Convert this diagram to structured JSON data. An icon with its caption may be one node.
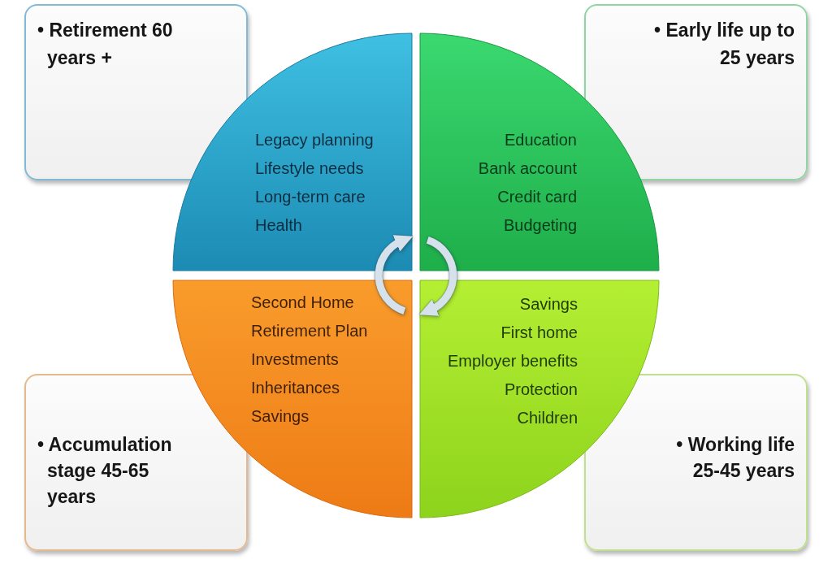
{
  "diagram": {
    "nodes": [
      {
        "text": [
          "• Retirement 60 years +"
        ]
      },
      {
        "text": [
          "• Early life up to 25 years"
        ]
      },
      {
        "text": [
          "Legacy planning",
          "Lifestyle needs",
          "Long-term care",
          "Health"
        ]
      },
      {
        "text": [
          "Education",
          "Bank account",
          "Credit card",
          "Budgeting"
        ]
      },
      {
        "text": [
          "Second Home",
          "Retirement Plan",
          "Investments",
          "Inheritances",
          "Savings"
        ]
      },
      {
        "text": [
          "Savings",
          "First home",
          "Employer benefits",
          "Protection",
          "Children"
        ]
      },
      {
        "text": [
          "• Accumulation stage 45-65 years"
        ]
      },
      {
        "text": [
          "• Working life 25-45 years"
        ]
      }
    ],
    "edges": [
      {
        "from": 4,
        "to": 2,
        "arrow": "to"
      },
      {
        "from": 3,
        "to": 5,
        "arrow": "to"
      }
    ]
  }
}
